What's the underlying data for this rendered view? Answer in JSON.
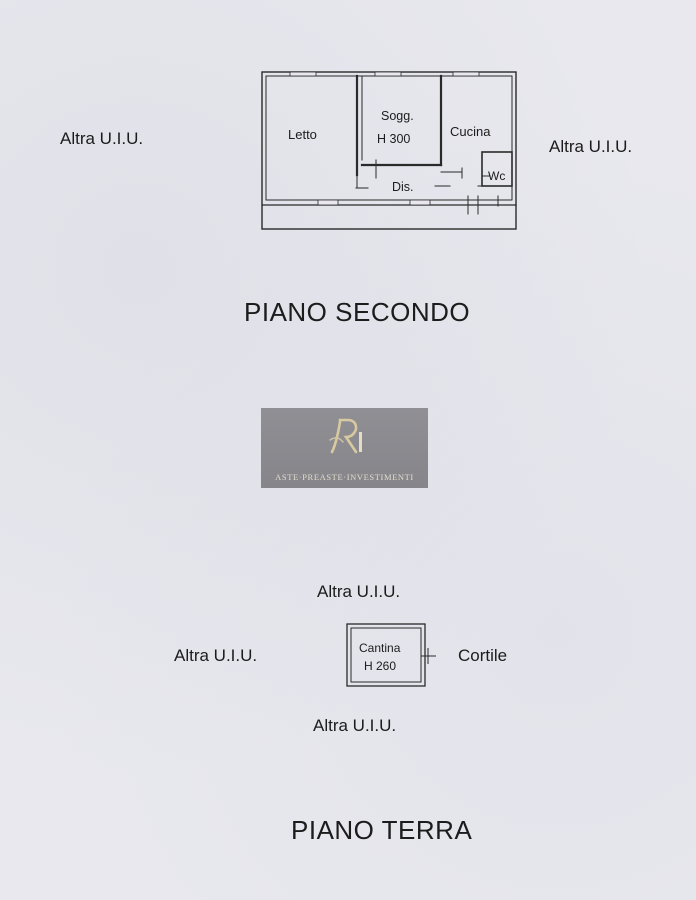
{
  "top_floor": {
    "rooms": {
      "letto": "Letto",
      "soggiorno_name": "Sogg.",
      "soggiorno_height": "H 300",
      "cucina": "Cucina",
      "dis": "Dis.",
      "wc": "Wc"
    },
    "neighbor_left": "Altra U.I.U.",
    "neighbor_right": "Altra U.I.U.",
    "floor_title": "PIANO SECONDO"
  },
  "logo": {
    "mark": "R",
    "text": "ASTE·PREASTE·INVESTIMENTI",
    "accent_color": "#d9c9a0"
  },
  "ground_floor": {
    "rooms": {
      "cantina_name": "Cantina",
      "cantina_height": "H 260"
    },
    "neighbor_top": "Altra U.I.U.",
    "neighbor_left": "Altra U.I.U.",
    "neighbor_right": "Cortile",
    "neighbor_bottom": "Altra U.I.U.",
    "floor_title": "PIANO TERRA"
  }
}
